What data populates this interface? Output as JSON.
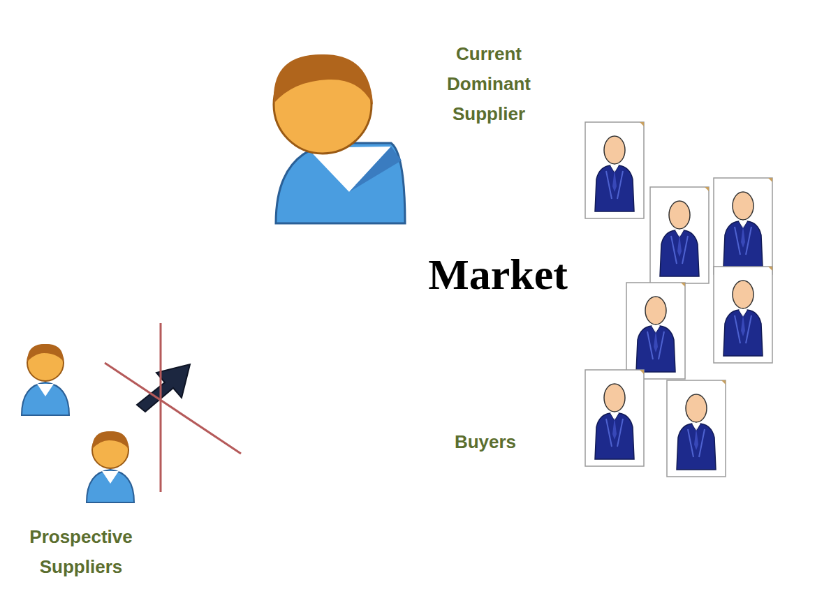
{
  "diagram": {
    "nodes": [
      {
        "text": [
          "Current Dominant Supplier",
          "Market",
          "Buyers"
        ]
      }
    ],
    "labels": [
      "Prospective Suppliers"
    ]
  }
}
